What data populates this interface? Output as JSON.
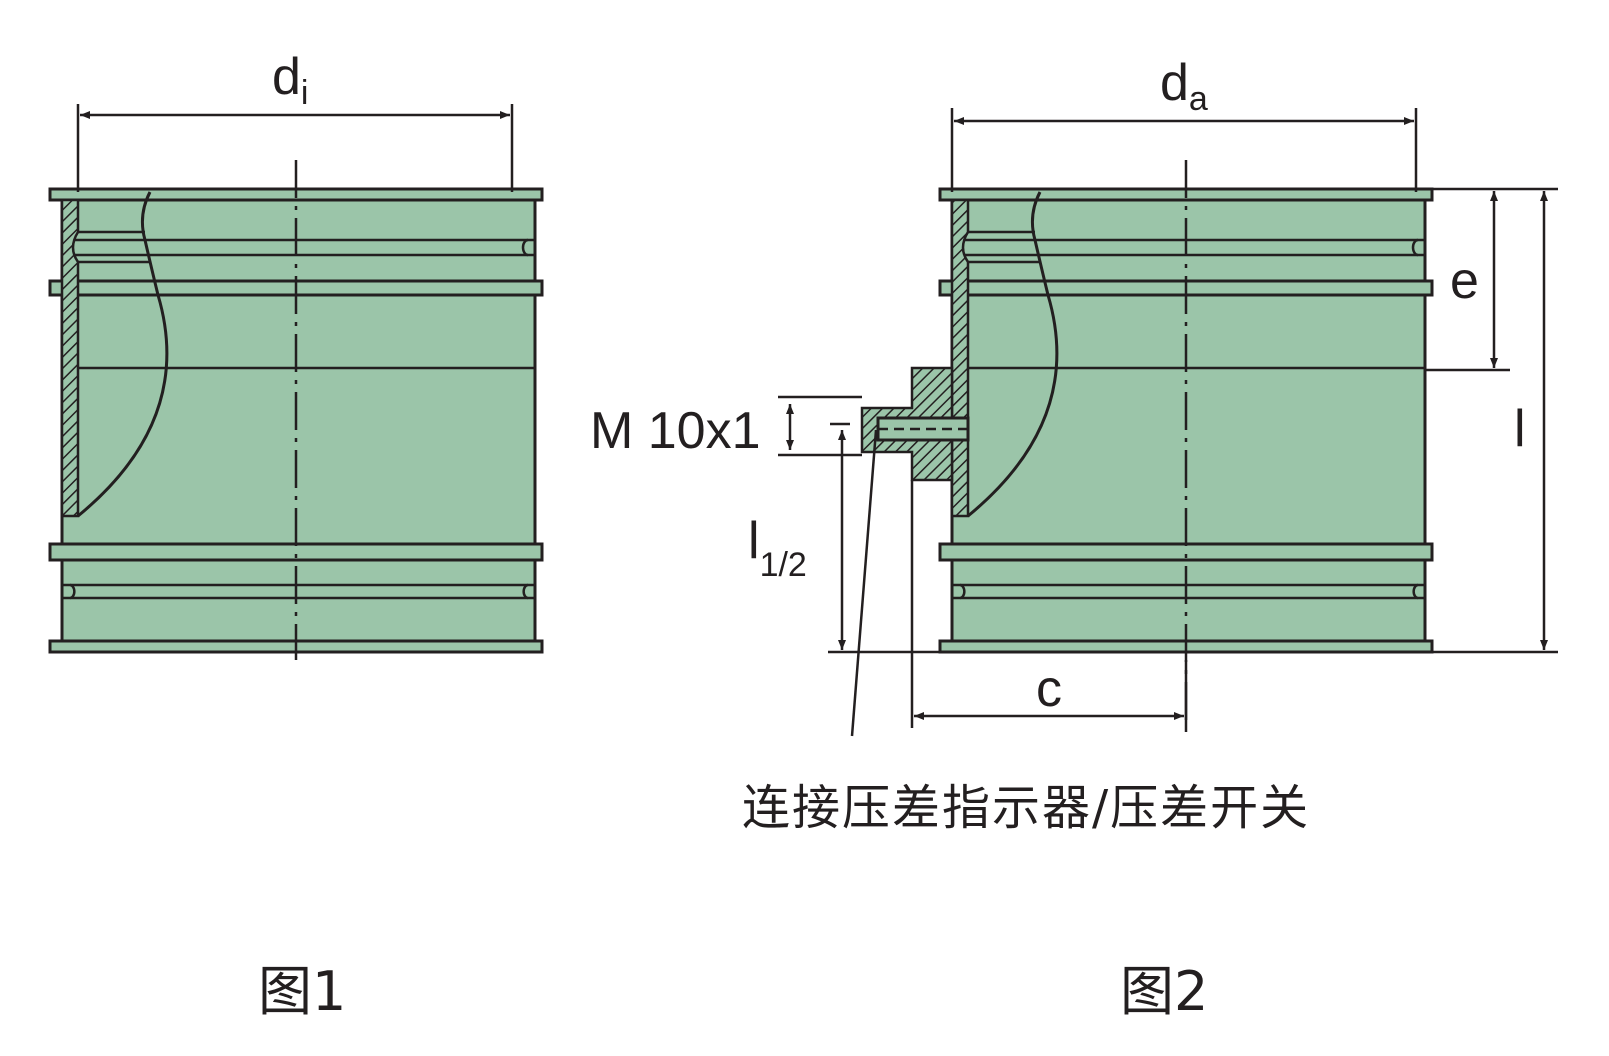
{
  "figure1": {
    "caption": "图1",
    "dim_di": {
      "main": "d",
      "sub": "i"
    }
  },
  "figure2": {
    "caption": "图2",
    "dim_da": {
      "main": "d",
      "sub": "a"
    },
    "dim_e": "e",
    "dim_l": "l",
    "dim_c": "c",
    "dim_l_half": {
      "main": "l",
      "sub": "1/2"
    },
    "thread": "M 10x1",
    "port_note": "连接压差指示器/压差开关"
  },
  "colors": {
    "body_fill": "#9bc5a9",
    "line": "#231f20"
  }
}
